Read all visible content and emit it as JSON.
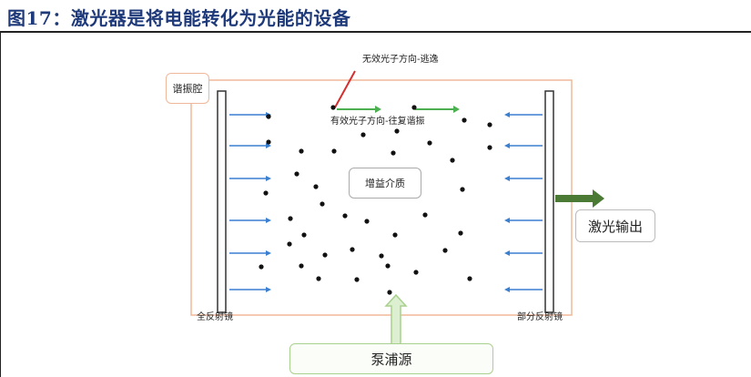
{
  "title": "图17：激光器是将电能转化为光能的设备",
  "labels": {
    "resonator": "谐振腔",
    "invalid_photon": "无效光子方向-逃逸",
    "valid_photon": "有效光子方向-往复谐振",
    "gain_medium": "增益介质",
    "full_mirror": "全反射镜",
    "partial_mirror": "部分反射镜",
    "laser_output": "激光输出",
    "pump_source": "泵浦源"
  },
  "colors": {
    "title": "#1f3a7a",
    "cavity_border": "#f0b89a",
    "photon_arrows": "#3a7fd0",
    "valid_direction": "#4caf50",
    "escape_direction": "#d32f2f",
    "output_arrow": "#4a7a34",
    "pump_box": "#a9d18e"
  },
  "icons": {
    "mirror": "mirror-bar-icon",
    "particle": "particle-dot-icon",
    "output_arrow": "thick-arrow-right-icon",
    "pump_arrow": "thick-arrow-up-icon"
  }
}
